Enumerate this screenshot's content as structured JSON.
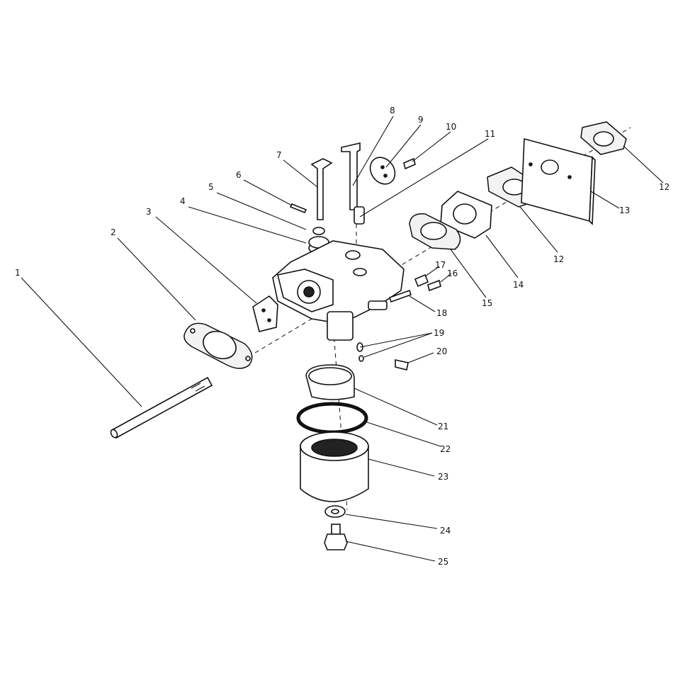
{
  "figure": {
    "callouts": [
      {
        "id": "c1",
        "label": "1"
      },
      {
        "id": "c2",
        "label": "2"
      },
      {
        "id": "c3",
        "label": "3"
      },
      {
        "id": "c4",
        "label": "4"
      },
      {
        "id": "c5",
        "label": "5"
      },
      {
        "id": "c6",
        "label": "6"
      },
      {
        "id": "c7",
        "label": "7"
      },
      {
        "id": "c8",
        "label": "8"
      },
      {
        "id": "c9",
        "label": "9"
      },
      {
        "id": "c10",
        "label": "10"
      },
      {
        "id": "c11",
        "label": "11"
      },
      {
        "id": "c12a",
        "label": "12"
      },
      {
        "id": "c12b",
        "label": "12"
      },
      {
        "id": "c13",
        "label": "13"
      },
      {
        "id": "c14",
        "label": "14"
      },
      {
        "id": "c15",
        "label": "15"
      },
      {
        "id": "c16",
        "label": "16"
      },
      {
        "id": "c17",
        "label": "17"
      },
      {
        "id": "c18",
        "label": "18"
      },
      {
        "id": "c19",
        "label": "19"
      },
      {
        "id": "c20",
        "label": "20"
      },
      {
        "id": "c21",
        "label": "21"
      },
      {
        "id": "c22",
        "label": "22"
      },
      {
        "id": "c23",
        "label": "23"
      },
      {
        "id": "c24",
        "label": "24"
      },
      {
        "id": "c25",
        "label": "25"
      }
    ]
  }
}
